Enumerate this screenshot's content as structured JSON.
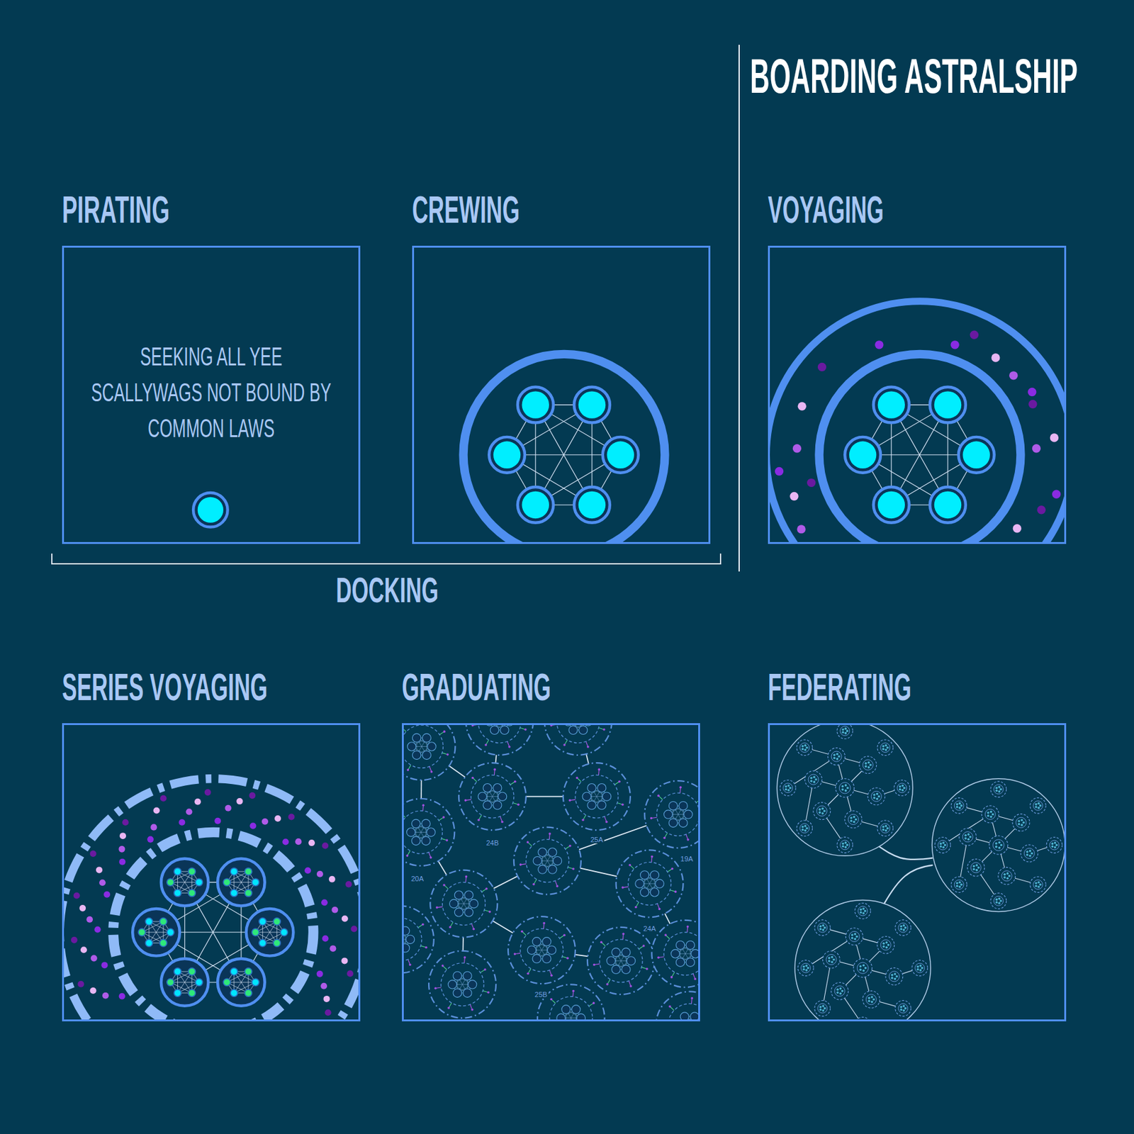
{
  "diagram": {
    "title": "BOARDING ASTRALSHIP",
    "nodes": [
      {
        "text": [
          "PIRATING",
          "SEEKING ALL YEE SCALLYWAGS NOT BOUND BY COMMON LAWS"
        ]
      },
      {
        "text": [
          "CREWING"
        ]
      },
      {
        "text": [
          "VOYAGING"
        ]
      },
      {
        "text": [
          "SERIES VOYAGING"
        ]
      },
      {
        "text": [
          "GRADUATING"
        ]
      },
      {
        "text": [
          "FEDERATING"
        ]
      }
    ],
    "labels": [
      "DOCKING",
      "25A",
      "24B",
      "19A",
      "20A",
      "24A",
      "25B"
    ]
  }
}
